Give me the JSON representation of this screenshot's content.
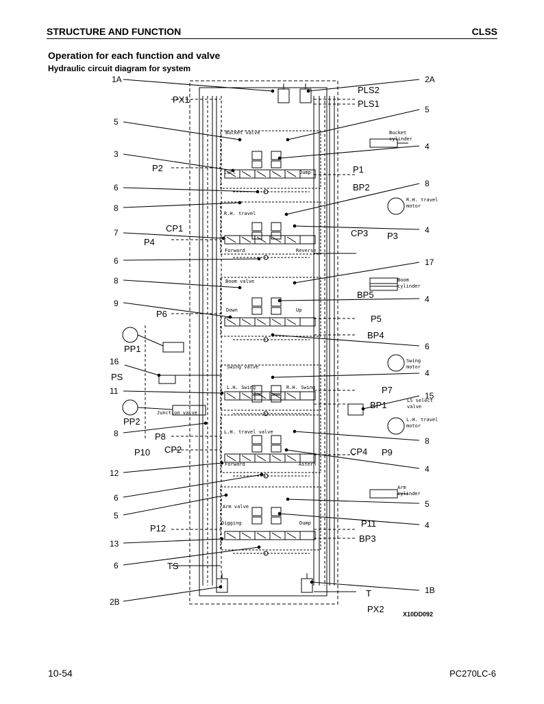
{
  "header": {
    "left": "STRUCTURE AND FUNCTION",
    "right": "CLSS"
  },
  "section_title": "Operation for each function and valve",
  "subtitle": "Hydraulic circuit diagram for system",
  "callouts": [
    "1A",
    "2A",
    "5",
    "5",
    "3",
    "4",
    "6",
    "8",
    "8",
    "7",
    "4",
    "6",
    "17",
    "8",
    "4",
    "9",
    "6",
    "16",
    "4",
    "11",
    "15",
    "8",
    "8",
    "12",
    "4",
    "6",
    "5",
    "5",
    "4",
    "13",
    "6",
    "2B",
    "1B"
  ],
  "ports": [
    "PX1",
    "PLS2",
    "PLS1",
    "P2",
    "P1",
    "BP2",
    "CP1",
    "P4",
    "CP3",
    "P3",
    "BP5",
    "P6",
    "P5",
    "BP4",
    "PP1",
    "PS",
    "P7",
    "BP1",
    "PP2",
    "P8",
    "CP2",
    "P10",
    "CP4",
    "P9",
    "P12",
    "P11",
    "BP3",
    "TS",
    "T",
    "PX2"
  ],
  "valve_labels": [
    "Bucket valve",
    "Curl",
    "Dump",
    "R.H. travel",
    "Forward",
    "Reverse",
    "Boom valve",
    "Down",
    "Up",
    "Swing valve",
    "L.H. Swing",
    "R.H. Swing",
    "Junction valve",
    "L.H. travel valve",
    "Forward",
    "Astern",
    "Arm valve",
    "Digging",
    "Dump"
  ],
  "component_labels": [
    "Bucket cylinder",
    "R.H. travel motor",
    "Boom cylinder",
    "Swing motor",
    "LS select valve",
    "L.H. travel motor",
    "Arm cylinder"
  ],
  "figure_code": "X10DD092",
  "footer": {
    "page": "10-54",
    "model": "PC270LC-6"
  }
}
